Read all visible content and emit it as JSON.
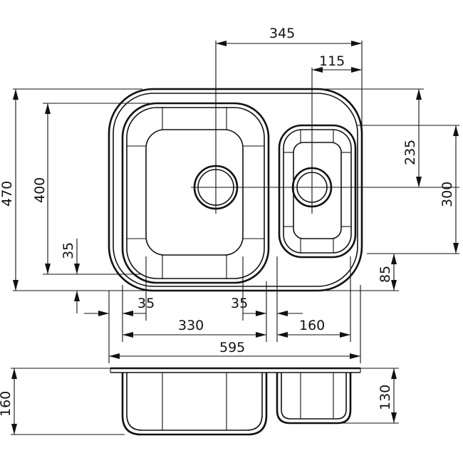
{
  "drawing": {
    "stroke_color": "#111111",
    "background": "#ffffff",
    "dimensions": {
      "total_width": "595",
      "big_bowl_width": "330",
      "small_bowl_width": "160",
      "big_bowl_inset_left": "35",
      "big_bowl_inset_right": "35",
      "drain_spacing": "345",
      "small_drain_offset": "115",
      "total_height": "470",
      "big_bowl_height": "400",
      "big_bowl_bottom_inset": "35",
      "small_drain_top": "235",
      "small_bowl_height": "300",
      "small_bowl_bottom": "85",
      "big_bowl_depth": "160",
      "small_bowl_depth": "130"
    }
  }
}
